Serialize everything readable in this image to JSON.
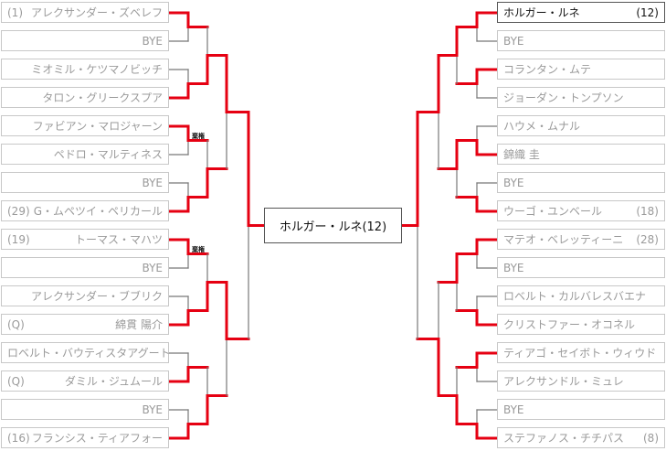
{
  "colors": {
    "win": "#e60012",
    "line": "#777777"
  },
  "left": {
    "players": [
      {
        "seed": "(1)",
        "name": "アレクサンダー・ズベレフ"
      },
      {
        "seed": "",
        "name": "BYE"
      },
      {
        "seed": "",
        "name": "ミオミル・ケツマノビッチ"
      },
      {
        "seed": "",
        "name": "タロン・グリークスプア"
      },
      {
        "seed": "",
        "name": "ファビアン・マロジャーン"
      },
      {
        "seed": "",
        "name": "ペドロ・マルティネス"
      },
      {
        "seed": "",
        "name": "BYE"
      },
      {
        "seed": "(29)",
        "name": "G・ムペツイ・ペリカール"
      },
      {
        "seed": "(19)",
        "name": "トーマス・マハツ"
      },
      {
        "seed": "",
        "name": "BYE"
      },
      {
        "seed": "",
        "name": "アレクサンダー・ブブリク"
      },
      {
        "seed": "(Q)",
        "name": "綿貫 陽介"
      },
      {
        "seed": "",
        "name": "ロベルト・バウティスタアグート"
      },
      {
        "seed": "(Q)",
        "name": "ダミル・ジュムール"
      },
      {
        "seed": "",
        "name": "BYE"
      },
      {
        "seed": "(16)",
        "name": "フランシス・ティアフォー"
      }
    ],
    "winners": [
      [
        0,
        1,
        0,
        1,
        0,
        1,
        1,
        1
      ],
      [
        1,
        1,
        1,
        1
      ],
      [
        0,
        0
      ],
      [
        0
      ]
    ],
    "notes": [
      {
        "match": 2,
        "text": "棄権"
      },
      {
        "match": 4,
        "text": "棄権"
      }
    ]
  },
  "right": {
    "players": [
      {
        "seed": "(12)",
        "name": "ホルガー・ルネ",
        "highlight": true
      },
      {
        "seed": "",
        "name": "BYE"
      },
      {
        "seed": "",
        "name": "コランタン・ムテ"
      },
      {
        "seed": "",
        "name": "ジョーダン・トンプソン"
      },
      {
        "seed": "",
        "name": "ハウメ・ムナル"
      },
      {
        "seed": "",
        "name": "錦織 圭"
      },
      {
        "seed": "",
        "name": "BYE"
      },
      {
        "seed": "(18)",
        "name": "ウーゴ・ユンベール"
      },
      {
        "seed": "(28)",
        "name": "マテオ・ベレッティーニ"
      },
      {
        "seed": "",
        "name": "BYE"
      },
      {
        "seed": "",
        "name": "ロベルト・カルバレスバエナ"
      },
      {
        "seed": "",
        "name": "クリストファー・オコネル"
      },
      {
        "seed": "",
        "name": "ティアゴ・セイボト・ウィウド"
      },
      {
        "seed": "",
        "name": "アレクサンドル・ミュレ"
      },
      {
        "seed": "",
        "name": "BYE"
      },
      {
        "seed": "(8)",
        "name": "ステファノス・チチパス"
      }
    ],
    "winners": [
      [
        0,
        0,
        1,
        1,
        0,
        1,
        0,
        1
      ],
      [
        0,
        0,
        0,
        1
      ],
      [
        0,
        1
      ],
      [
        0
      ]
    ],
    "notes": []
  },
  "champion": "ホルガー・ルネ(12)"
}
